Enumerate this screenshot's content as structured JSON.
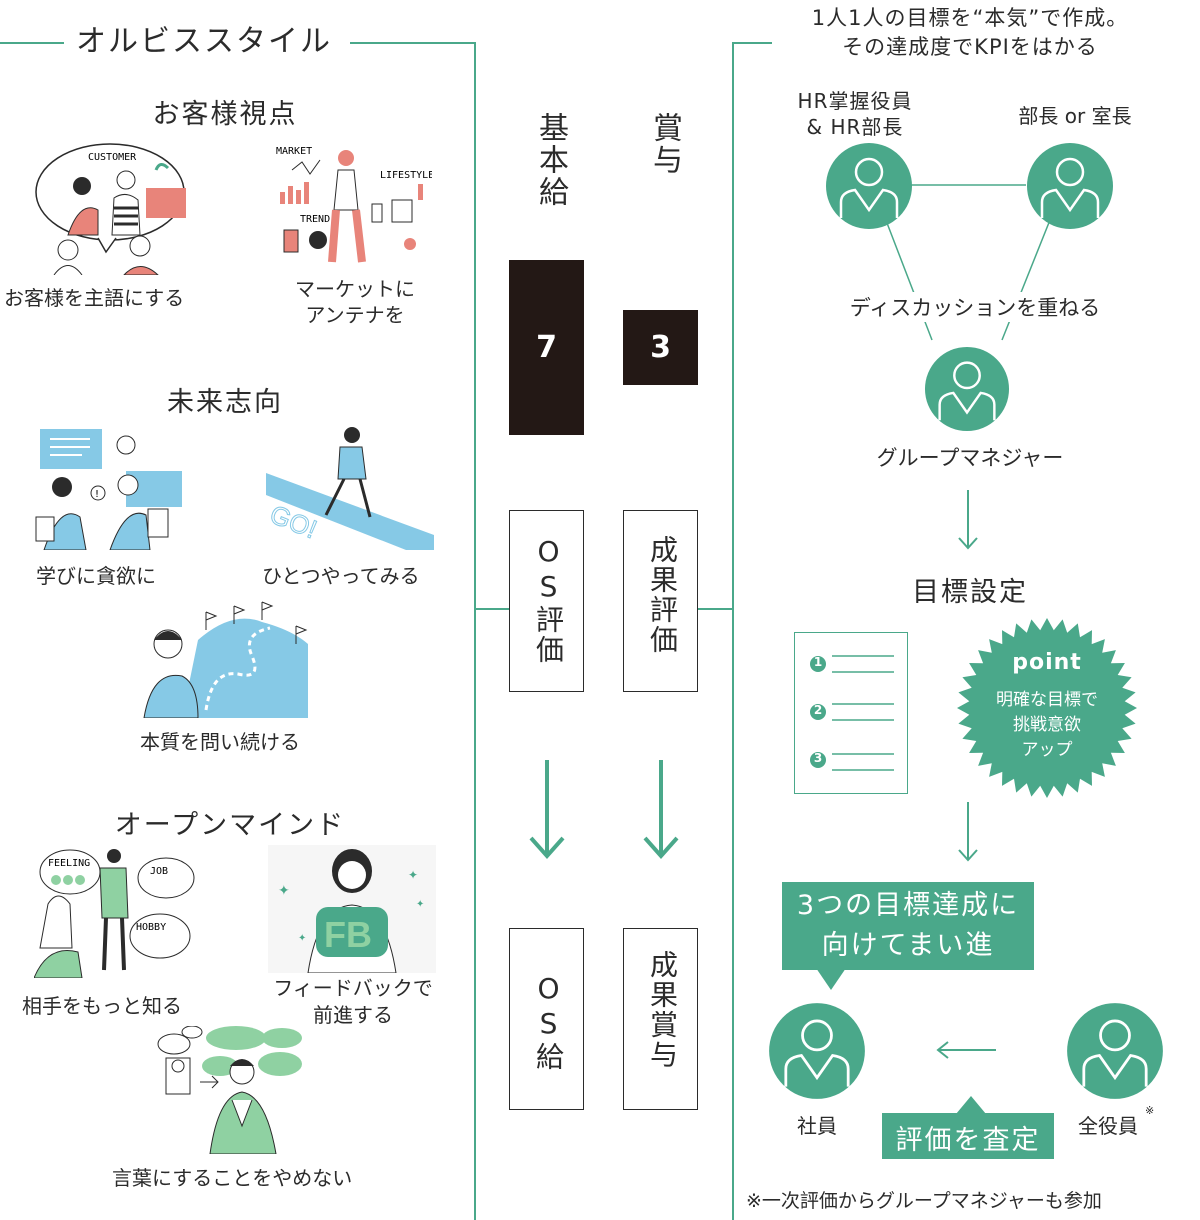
{
  "left": {
    "title": "オルビススタイル",
    "sections": [
      {
        "heading": "お客様視点",
        "items": [
          "お客様を主語にする",
          "マーケットに\nアンテナを"
        ]
      },
      {
        "heading": "未来志向",
        "items": [
          "学びに貪欲に",
          "ひとつやってみる",
          "本質を問い続ける"
        ]
      },
      {
        "heading": "オープンマインド",
        "items": [
          "相手をもっと知る",
          "フィードバックで\n前進する",
          "言葉にすることをやめない"
        ]
      }
    ],
    "illus_text": {
      "customer": "CUSTOMER",
      "market": "MARKET",
      "lifestyle": "LIFESTYLE",
      "trend": "TREND",
      "go": "GO!",
      "feeling": "FEELING",
      "job": "JOB",
      "hobby": "HOBBY",
      "fb": "FB"
    }
  },
  "middle": {
    "col1_header": "基本給",
    "col2_header": "賞与",
    "ratio1": "7",
    "ratio2": "3",
    "eval1": "OS評価",
    "eval2": "成果評価",
    "pay1": "OS給",
    "pay2": "成果賞与",
    "ratio_values": [
      7,
      3
    ]
  },
  "right": {
    "title_line1": "1人1人の目標を“本気”で作成。",
    "title_line2": "その達成度でKPIをはかる",
    "person_hr": "HR掌握役員\n& HR部長",
    "person_manager": "部長 or 室長",
    "discussion": "ディスカッションを重ねる",
    "group_manager": "グループマネジャー",
    "goal_setting": "目標設定",
    "checklist": [
      "1",
      "2",
      "3"
    ],
    "point_title": "point",
    "point_text": "明確な目標で\n挑戦意欲\nアップ",
    "goals_box": "3つの目標達成に\n向けてまい進",
    "employee": "社員",
    "all_officers": "全役員",
    "all_officers_mark": "※",
    "assess": "評価を査定",
    "footnote": "※一次評価からグループマネジャーも参加"
  },
  "colors": {
    "accent": "#4aa88a",
    "dark": "#231815",
    "salmon": "#e8847a",
    "sky": "#86c9e6",
    "green_light": "#8fd1a2"
  }
}
